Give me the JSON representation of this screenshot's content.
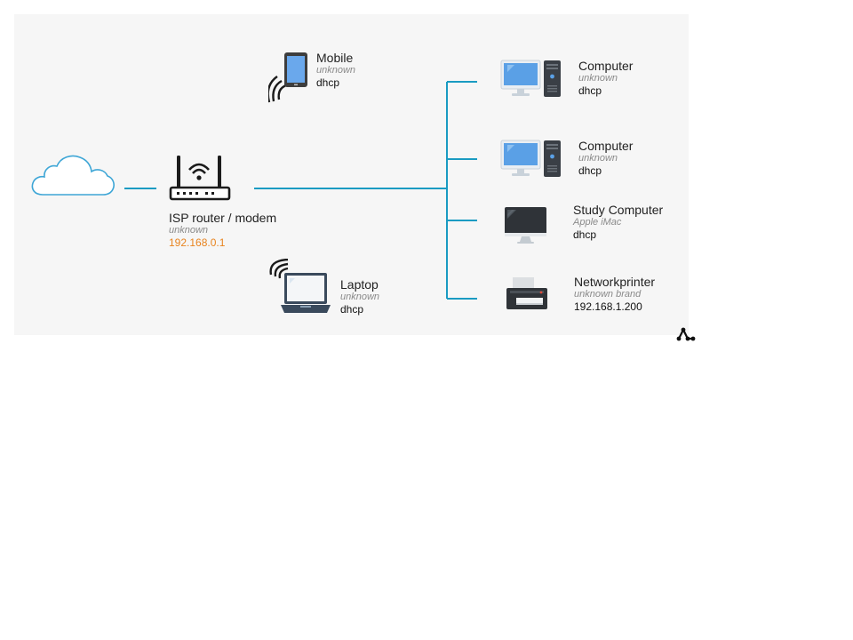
{
  "colors": {
    "link": "#1a9bc2",
    "accent": "#e8831e",
    "background": "#f6f6f6"
  },
  "devices": {
    "internet": {
      "icon": "cloud-icon"
    },
    "router": {
      "icon": "router-icon",
      "name": "ISP router / modem",
      "vendor": "unknown",
      "address": "192.168.0.1"
    },
    "mobile": {
      "icon": "mobile-phone-icon",
      "name": "Mobile",
      "vendor": "unknown",
      "address": "dhcp"
    },
    "laptop": {
      "icon": "laptop-icon",
      "name": "Laptop",
      "vendor": "unknown",
      "address": "dhcp"
    },
    "computer1": {
      "icon": "desktop-computer-icon",
      "name": "Computer",
      "vendor": "unknown",
      "address": "dhcp"
    },
    "computer2": {
      "icon": "desktop-computer-icon",
      "name": "Computer",
      "vendor": "unknown",
      "address": "dhcp"
    },
    "study": {
      "icon": "imac-icon",
      "name": "Study Computer",
      "vendor": "Apple iMac",
      "address": "dhcp"
    },
    "printer": {
      "icon": "printer-icon",
      "name": "Networkprinter",
      "vendor": "unknown brand",
      "address": "192.168.1.200"
    }
  },
  "brand": {
    "icon": "brand-logo-icon"
  }
}
